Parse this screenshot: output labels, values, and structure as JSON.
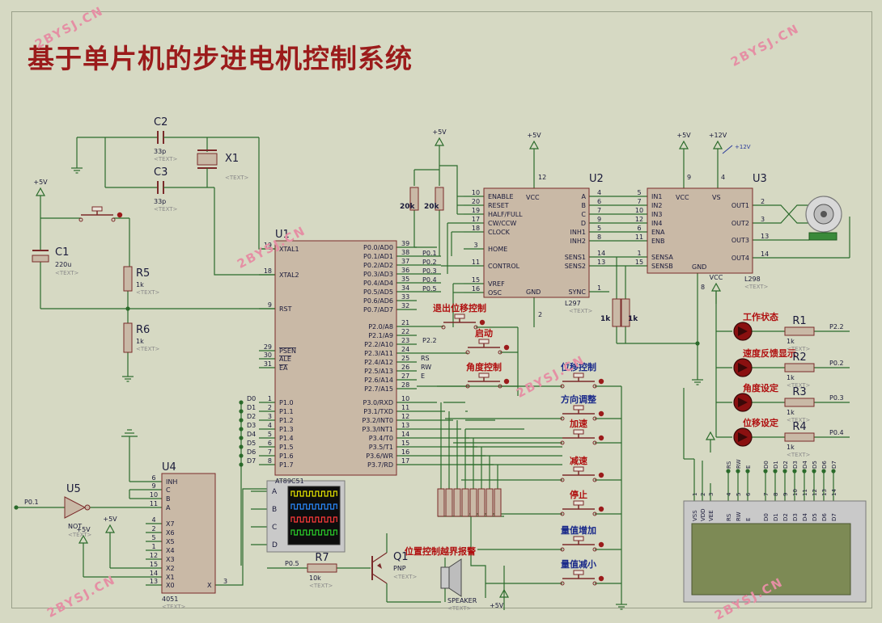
{
  "title": "基于单片机的步进电机控制系统",
  "watermark": "2BYSJ.CN",
  "text_tag": "<TEXT>",
  "components": {
    "c2": {
      "ref": "C2",
      "value": "33p"
    },
    "c3": {
      "ref": "C3",
      "value": "33p"
    },
    "x1": {
      "ref": "X1"
    },
    "c1": {
      "ref": "C1",
      "value": "220u"
    },
    "r5": {
      "ref": "R5",
      "value": "1k"
    },
    "r6": {
      "ref": "R6",
      "value": "1k"
    },
    "u1": {
      "ref": "U1",
      "part": "AT89C51"
    },
    "u2": {
      "ref": "U2",
      "part": "L297"
    },
    "u3": {
      "ref": "U3",
      "part": "L298"
    },
    "u4": {
      "ref": "U4",
      "part": "4051"
    },
    "u5": {
      "ref": "U5",
      "part": "NOT"
    },
    "r7": {
      "ref": "R7",
      "value": "10k"
    },
    "q1": {
      "ref": "Q1",
      "part": "PNP"
    },
    "speaker": {
      "part": "SPEAKER"
    },
    "r1": {
      "ref": "R1",
      "value": "1k"
    },
    "r2": {
      "ref": "R2",
      "value": "1k"
    },
    "r3": {
      "ref": "R3",
      "value": "1k"
    },
    "r4": {
      "ref": "R4",
      "value": "1k"
    },
    "r20a": {
      "value": "20k"
    },
    "r20b": {
      "value": "20k"
    },
    "r1k_a": {
      "value": "1k"
    },
    "r1k_b": {
      "value": "1k"
    }
  },
  "power": {
    "p5": "+5V",
    "p12": "+12V",
    "vcc": "VCC"
  },
  "u1_pins_left": [
    {
      "num": "19",
      "name": "XTAL1"
    },
    {
      "num": "18",
      "name": "XTAL2"
    },
    {
      "num": "9",
      "name": "RST"
    },
    {
      "num": "29",
      "name": "PSEN"
    },
    {
      "num": "30",
      "name": "ALE"
    },
    {
      "num": "31",
      "name": "EA"
    },
    {
      "num": "1",
      "name": "P1.0"
    },
    {
      "num": "2",
      "name": "P1.1"
    },
    {
      "num": "3",
      "name": "P1.2"
    },
    {
      "num": "4",
      "name": "P1.3"
    },
    {
      "num": "5",
      "name": "P1.4"
    },
    {
      "num": "6",
      "name": "P1.5"
    },
    {
      "num": "7",
      "name": "P1.6"
    },
    {
      "num": "8",
      "name": "P1.7"
    }
  ],
  "u1_pins_right": [
    {
      "num": "39",
      "name": "P0.0/AD0"
    },
    {
      "num": "38",
      "name": "P0.1/AD1"
    },
    {
      "num": "37",
      "name": "P0.2/AD2"
    },
    {
      "num": "36",
      "name": "P0.3/AD3"
    },
    {
      "num": "35",
      "name": "P0.4/AD4"
    },
    {
      "num": "34",
      "name": "P0.5/AD5"
    },
    {
      "num": "33",
      "name": "P0.6/AD6"
    },
    {
      "num": "32",
      "name": "P0.7/AD7"
    },
    {
      "num": "21",
      "name": "P2.0/A8"
    },
    {
      "num": "22",
      "name": "P2.1/A9"
    },
    {
      "num": "23",
      "name": "P2.2/A10"
    },
    {
      "num": "24",
      "name": "P2.3/A11"
    },
    {
      "num": "25",
      "name": "P2.4/A12"
    },
    {
      "num": "26",
      "name": "P2.5/A13"
    },
    {
      "num": "27",
      "name": "P2.6/A14"
    },
    {
      "num": "28",
      "name": "P2.7/A15"
    },
    {
      "num": "10",
      "name": "P3.0/RXD"
    },
    {
      "num": "11",
      "name": "P3.1/TXD"
    },
    {
      "num": "12",
      "name": "P3.2/INT0"
    },
    {
      "num": "13",
      "name": "P3.3/INT1"
    },
    {
      "num": "14",
      "name": "P3.4/T0"
    },
    {
      "num": "15",
      "name": "P3.5/T1"
    },
    {
      "num": "16",
      "name": "P3.6/WR"
    },
    {
      "num": "17",
      "name": "P3.7/RD"
    }
  ],
  "u1_net_labels": [
    "P0.1",
    "P0.2",
    "P0.3",
    "P0.4",
    "P0.5",
    "P2.2",
    "RS",
    "RW",
    "E"
  ],
  "d_labels": [
    "D0",
    "D1",
    "D2",
    "D3",
    "D4",
    "D5",
    "D6",
    "D7"
  ],
  "u2_pins_left": [
    {
      "num": "10",
      "name": "ENABLE"
    },
    {
      "num": "20",
      "name": "RESET"
    },
    {
      "num": "19",
      "name": "HALF/FULL"
    },
    {
      "num": "17",
      "name": "CW/CCW"
    },
    {
      "num": "18",
      "name": "CLOCK"
    },
    {
      "num": "3",
      "name": "HOME"
    },
    {
      "num": "11",
      "name": "CONTROL"
    },
    {
      "num": "15",
      "name": "VREF"
    },
    {
      "num": "16",
      "name": "OSC"
    }
  ],
  "u2_pins_right": [
    {
      "num": "4",
      "name": "A"
    },
    {
      "num": "6",
      "name": "B"
    },
    {
      "num": "7",
      "name": "C"
    },
    {
      "num": "9",
      "name": "D"
    },
    {
      "num": "5",
      "name": "INH1"
    },
    {
      "num": "8",
      "name": "INH2"
    },
    {
      "num": "14",
      "name": "SENS1"
    },
    {
      "num": "13",
      "name": "SENS2"
    },
    {
      "num": "1",
      "name": "SYNC"
    }
  ],
  "u2_misc": {
    "vcc": "VCC",
    "gnd": "GND",
    "vcc_pin": "12",
    "gnd_pin": "2"
  },
  "u3_pins_left": [
    {
      "num": "5",
      "name": "IN1"
    },
    {
      "num": "7",
      "name": "IN2"
    },
    {
      "num": "10",
      "name": "IN3"
    },
    {
      "num": "12",
      "name": "IN4"
    },
    {
      "num": "6",
      "name": "ENA"
    },
    {
      "num": "11",
      "name": "ENB"
    },
    {
      "num": "1",
      "name": "SENSA"
    },
    {
      "num": "15",
      "name": "SENSB"
    }
  ],
  "u3_pins_right": [
    {
      "num": "2",
      "name": "OUT1"
    },
    {
      "num": "3",
      "name": "OUT2"
    },
    {
      "num": "13",
      "name": "OUT3"
    },
    {
      "num": "14",
      "name": "OUT4"
    }
  ],
  "u3_misc": {
    "vcc": "VCC",
    "vs": "VS",
    "gnd": "GND",
    "vcc_pin": "9",
    "vs_pin": "4",
    "gnd_pin": "8"
  },
  "u4_pins_left": [
    {
      "num": "6",
      "name": "INH"
    },
    {
      "num": "9",
      "name": "C"
    },
    {
      "num": "10",
      "name": "B"
    },
    {
      "num": "11",
      "name": "A"
    },
    {
      "num": "4",
      "name": "X7"
    },
    {
      "num": "2",
      "name": "X6"
    },
    {
      "num": "5",
      "name": "X5"
    },
    {
      "num": "1",
      "name": "X4"
    },
    {
      "num": "12",
      "name": "X3"
    },
    {
      "num": "15",
      "name": "X2"
    },
    {
      "num": "14",
      "name": "X1"
    },
    {
      "num": "13",
      "name": "X0"
    }
  ],
  "u4_out": {
    "num": "3",
    "name": "X"
  },
  "scope_channels": [
    "A",
    "B",
    "C",
    "D"
  ],
  "buttons": {
    "exit": "退出位移控制",
    "start": "启动",
    "angle": "角度控制",
    "disp": "位移控制",
    "dir": "方向调整",
    "accel": "加速",
    "decel": "减速",
    "stop": "停止",
    "inc": "量值增加",
    "dec": "量值减小"
  },
  "alarm_label": "位置控制越界报警",
  "leds": [
    {
      "label": "工作状态",
      "net": "P2.2"
    },
    {
      "label": "速度反馈显示",
      "net": "P0.2"
    },
    {
      "label": "角度设定",
      "net": "P0.3"
    },
    {
      "label": "位移设定",
      "net": "P0.4"
    }
  ],
  "lcd_pins": [
    {
      "num": "1",
      "name": "VSS"
    },
    {
      "num": "2",
      "name": "VDD"
    },
    {
      "num": "3",
      "name": "VEE"
    },
    {
      "num": "4",
      "name": "RS"
    },
    {
      "num": "5",
      "name": "RW"
    },
    {
      "num": "6",
      "name": "E"
    },
    {
      "num": "7",
      "name": "D0"
    },
    {
      "num": "8",
      "name": "D1"
    },
    {
      "num": "9",
      "name": "D2"
    },
    {
      "num": "10",
      "name": "D3"
    },
    {
      "num": "11",
      "name": "D4"
    },
    {
      "num": "12",
      "name": "D5"
    },
    {
      "num": "13",
      "name": "D6"
    },
    {
      "num": "14",
      "name": "D7"
    }
  ],
  "nets": {
    "p01": "P0.1",
    "p05": "P0.5"
  }
}
